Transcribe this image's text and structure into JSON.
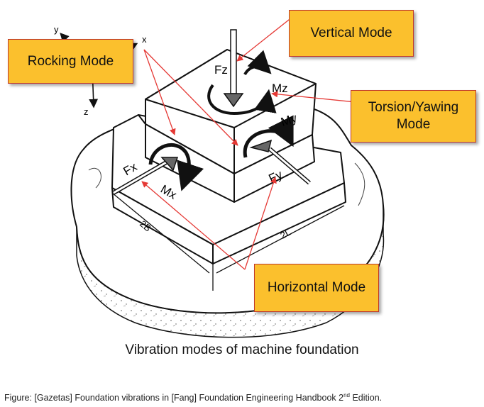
{
  "labels": {
    "vertical_mode": "Vertical Mode",
    "rocking_mode": "Rocking Mode",
    "torsion_mode_line1": "Torsion/Yawing",
    "torsion_mode_line2": "Mode",
    "horizontal_mode": "Horizontal Mode"
  },
  "axes": {
    "x": "x",
    "y": "y",
    "z": "z"
  },
  "forces": {
    "fx": "Fx",
    "fy": "Fy",
    "fz": "Fz"
  },
  "moments": {
    "mx": "Mx",
    "my": "My",
    "mz": "Mz"
  },
  "dimensions": {
    "width": "2B",
    "length": "2L"
  },
  "captions": {
    "main": "Vibration modes of machine foundation",
    "figure_prefix": "Figure: [Gazetas] Foundation vibrations in [Fang] Foundation Engineering Handbook 2",
    "figure_sup": "nd",
    "figure_suffix": " Edition."
  },
  "colors": {
    "box_fill": "#fbc02d",
    "pointer_line": "#e53935",
    "line_art": "#111111"
  }
}
